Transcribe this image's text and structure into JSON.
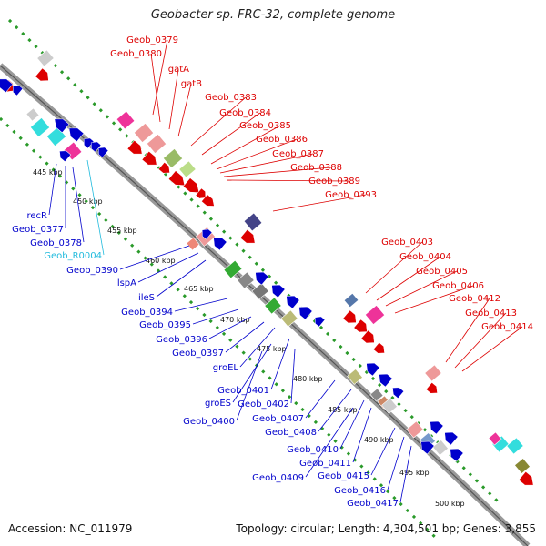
{
  "title": "Geobacter sp. FRC-32, complete genome",
  "footer": {
    "accession_label": "Accession:",
    "accession": "NC_011979",
    "stats": "Topology: circular; Length: 4,304,501 bp; Genes: 3,855"
  },
  "legend_colors": {
    "forward_label": "#dd0000",
    "reverse_label": "#0000cc",
    "rna_label": "#22bbdd",
    "backbone": "#888888",
    "dotted_ring": "#2a9a2a"
  },
  "kbp_ticks": [
    "445 kbp",
    "450 kbp",
    "455 kbp",
    "460 kbp",
    "465 kbp",
    "470 kbp",
    "475 kbp",
    "480 kbp",
    "485 kbp",
    "490 kbp",
    "495 kbp",
    "500 kbp"
  ],
  "forward_labels": [
    "Geob_0379",
    "Geob_0380",
    "gatA",
    "gatB",
    "Geob_0383",
    "Geob_0384",
    "Geob_0385",
    "Geob_0386",
    "Geob_0387",
    "Geob_0388",
    "Geob_0389",
    "Geob_0393",
    "Geob_0403",
    "Geob_0404",
    "Geob_0405",
    "Geob_0406",
    "Geob_0412",
    "Geob_0413",
    "Geob_0414"
  ],
  "reverse_labels": [
    "recR",
    "Geob_0377",
    "Geob_0378",
    "Geob_R0004",
    "Geob_0390",
    "lspA",
    "ileS",
    "Geob_0394",
    "Geob_0395",
    "Geob_0396",
    "Geob_0397",
    "groEL",
    "Geob_0401",
    "groES",
    "Geob_0402",
    "Geob_0400",
    "Geob_0407",
    "Geob_0408",
    "Geob_0410",
    "Geob_0411",
    "Geob_0409",
    "Geob_0415",
    "Geob_0416",
    "Geob_0417"
  ]
}
